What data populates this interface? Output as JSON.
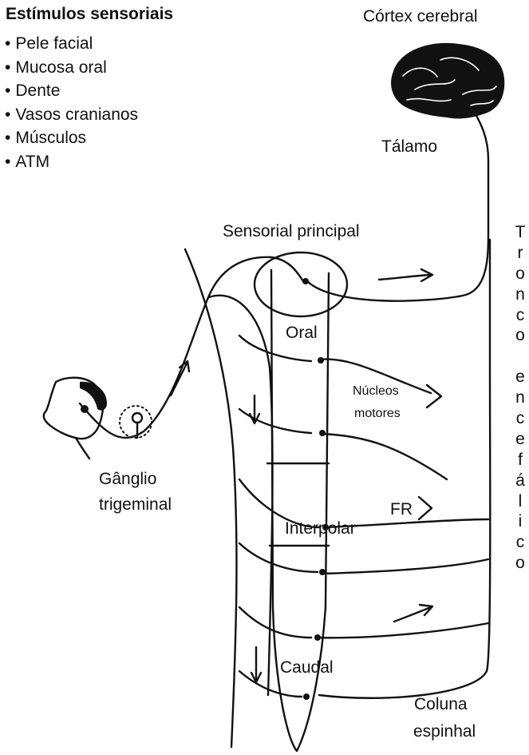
{
  "stimuli": {
    "title": "Estímulos sensoriais",
    "items": [
      "Pele facial",
      "Mucosa oral",
      "Dente",
      "Vasos cranianos",
      "Músculos",
      "ATM"
    ]
  },
  "labels": {
    "cortex": "Córtex cerebral",
    "thalamus": "Tálamo",
    "principal": "Sensorial principal",
    "oral": "Oral",
    "motor_nuclei_line1": "Núcleos",
    "motor_nuclei_line2": "motores",
    "fr": "FR",
    "interpolar": "Interpolar",
    "caudal": "Caudal",
    "ganglion_line1": "Gânglio",
    "ganglion_line2": "trigeminal",
    "spinal_line1": "Coluna",
    "spinal_line2": "espinhal"
  },
  "brainstem_vertical": [
    "T",
    "r",
    "o",
    "n",
    "c",
    "o",
    "",
    "e",
    "n",
    "c",
    "e",
    "f",
    "á",
    "l",
    "i",
    "c",
    "o"
  ]
}
